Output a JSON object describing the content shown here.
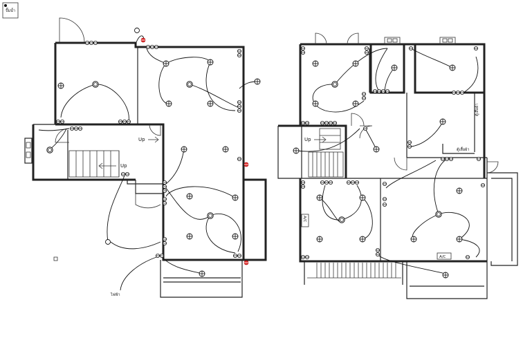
{
  "legend": {
    "label": "ปั๊มน้ำ"
  },
  "ground_floor": {
    "stair_up_1": "Up",
    "stair_up_2": "Up",
    "meter_label": "ไฟฟ้า"
  },
  "upper_floor": {
    "stair_up": "Up",
    "ac_label_1": "A/C",
    "ac_label_2": "A/C",
    "closet_label": "ตู้เสื้อผ้า",
    "wardrobe_label": "ตู้เสื้อผ้า"
  },
  "colors": {
    "line": "#222222",
    "socket_red": "#e03030",
    "background": "#ffffff"
  },
  "symbols": {
    "ceiling_light": "circle-ring-icon",
    "wall_light": "circle-cross-icon",
    "switch": "switch-group-icon",
    "socket": "socket-icon",
    "red_socket": "red-socket-icon"
  }
}
